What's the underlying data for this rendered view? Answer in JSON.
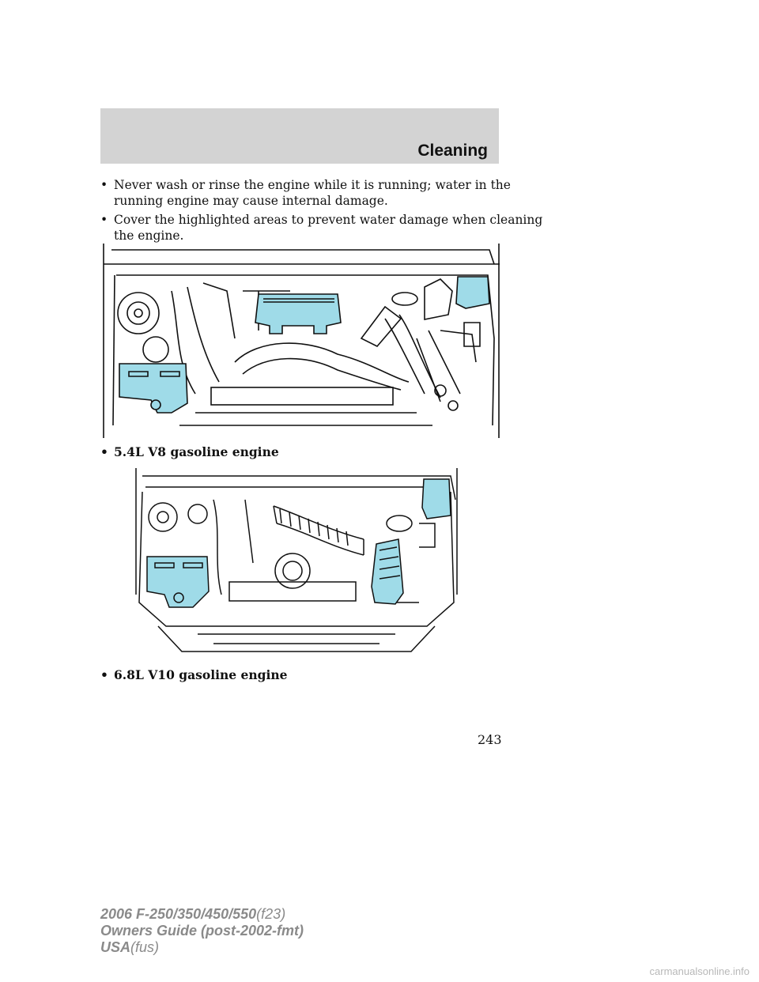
{
  "header": {
    "section_title": "Cleaning"
  },
  "bullets": [
    {
      "line1": "Never wash or rinse the engine while it is running; water in the",
      "line2": "running engine may cause internal damage."
    },
    {
      "line1": "Cover the highlighted areas to prevent water damage when cleaning",
      "line2": "the engine."
    }
  ],
  "figures": [
    {
      "caption": "5.4L V8 gasoline engine"
    },
    {
      "caption": "6.8L V10 gasoline engine"
    }
  ],
  "page_number": "243",
  "footer": {
    "line1_main": "2006 F-250/350/450/550",
    "line1_code": "(f23)",
    "line2_main": "Owners Guide (post-2002-fmt)",
    "line3_main": "USA",
    "line3_code": "(fus)"
  },
  "watermark": "carmanualsonline.info",
  "colors": {
    "highlight": "#9fdbe8",
    "header_bg": "#d3d3d3",
    "footer_text": "#8a8a8a"
  }
}
